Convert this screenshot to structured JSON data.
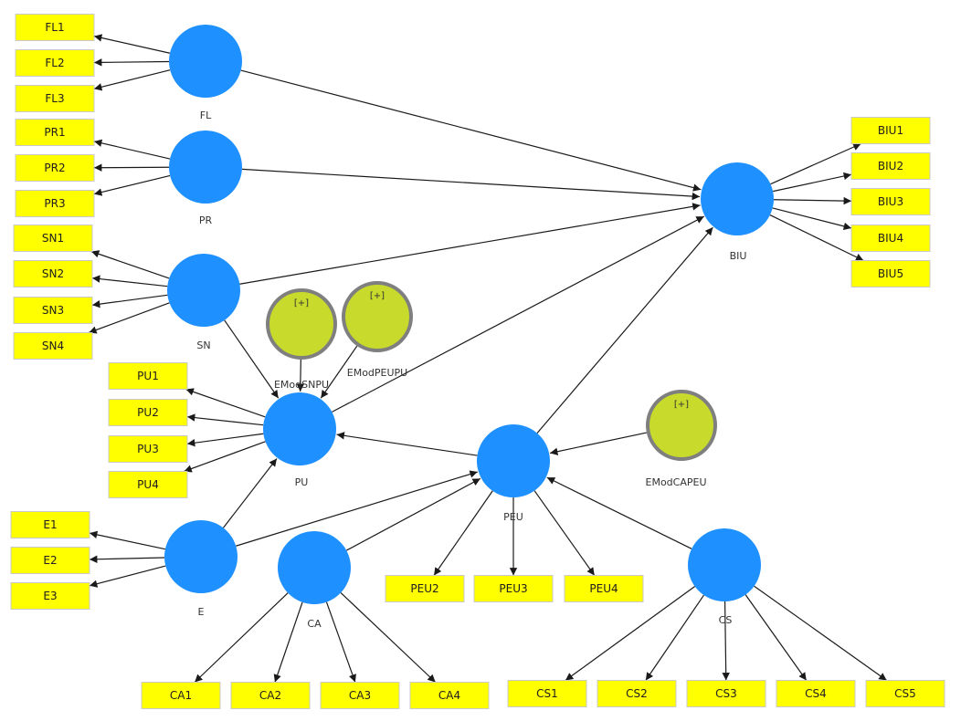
{
  "colors": {
    "latent": "#1E90FF",
    "moderator_fill": "#C8DA2B",
    "moderator_stroke": "#7F7F7F",
    "indicator_fill": "#FFFF00",
    "indicator_stroke": "#C9C9C9",
    "arrow": "#1A1A1A"
  },
  "latents": [
    {
      "id": "FL",
      "label": "FL"
    },
    {
      "id": "PR",
      "label": "PR"
    },
    {
      "id": "SN",
      "label": "SN"
    },
    {
      "id": "BIU",
      "label": "BIU"
    },
    {
      "id": "PU",
      "label": "PU"
    },
    {
      "id": "PEU",
      "label": "PEU"
    },
    {
      "id": "E",
      "label": "E"
    },
    {
      "id": "CA",
      "label": "CA"
    },
    {
      "id": "CS",
      "label": "CS"
    }
  ],
  "moderators": [
    {
      "id": "EModSNPU",
      "label": "EModSNPU",
      "badge": "[+]"
    },
    {
      "id": "EModPEUPU",
      "label": "EModPEUPU",
      "badge": "[+]"
    },
    {
      "id": "EModCAPEU",
      "label": "EModCAPEU",
      "badge": "[+]"
    }
  ],
  "indicators": [
    {
      "id": "FL1",
      "label": "FL1",
      "construct": "FL"
    },
    {
      "id": "FL2",
      "label": "FL2",
      "construct": "FL"
    },
    {
      "id": "FL3",
      "label": "FL3",
      "construct": "FL"
    },
    {
      "id": "PR1",
      "label": "PR1",
      "construct": "PR"
    },
    {
      "id": "PR2",
      "label": "PR2",
      "construct": "PR"
    },
    {
      "id": "PR3",
      "label": "PR3",
      "construct": "PR"
    },
    {
      "id": "SN1",
      "label": "SN1",
      "construct": "SN"
    },
    {
      "id": "SN2",
      "label": "SN2",
      "construct": "SN"
    },
    {
      "id": "SN3",
      "label": "SN3",
      "construct": "SN"
    },
    {
      "id": "SN4",
      "label": "SN4",
      "construct": "SN"
    },
    {
      "id": "PU1",
      "label": "PU1",
      "construct": "PU"
    },
    {
      "id": "PU2",
      "label": "PU2",
      "construct": "PU"
    },
    {
      "id": "PU3",
      "label": "PU3",
      "construct": "PU"
    },
    {
      "id": "PU4",
      "label": "PU4",
      "construct": "PU"
    },
    {
      "id": "E1",
      "label": "E1",
      "construct": "E"
    },
    {
      "id": "E2",
      "label": "E2",
      "construct": "E"
    },
    {
      "id": "E3",
      "label": "E3",
      "construct": "E"
    },
    {
      "id": "BIU1",
      "label": "BIU1",
      "construct": "BIU"
    },
    {
      "id": "BIU2",
      "label": "BIU2",
      "construct": "BIU"
    },
    {
      "id": "BIU3",
      "label": "BIU3",
      "construct": "BIU"
    },
    {
      "id": "BIU4",
      "label": "BIU4",
      "construct": "BIU"
    },
    {
      "id": "BIU5",
      "label": "BIU5",
      "construct": "BIU"
    },
    {
      "id": "PEU2",
      "label": "PEU2",
      "construct": "PEU"
    },
    {
      "id": "PEU3",
      "label": "PEU3",
      "construct": "PEU"
    },
    {
      "id": "PEU4",
      "label": "PEU4",
      "construct": "PEU"
    },
    {
      "id": "CA1",
      "label": "CA1",
      "construct": "CA"
    },
    {
      "id": "CA2",
      "label": "CA2",
      "construct": "CA"
    },
    {
      "id": "CA3",
      "label": "CA3",
      "construct": "CA"
    },
    {
      "id": "CA4",
      "label": "CA4",
      "construct": "CA"
    },
    {
      "id": "CS1",
      "label": "CS1",
      "construct": "CS"
    },
    {
      "id": "CS2",
      "label": "CS2",
      "construct": "CS"
    },
    {
      "id": "CS3",
      "label": "CS3",
      "construct": "CS"
    },
    {
      "id": "CS4",
      "label": "CS4",
      "construct": "CS"
    },
    {
      "id": "CS5",
      "label": "CS5",
      "construct": "CS"
    }
  ],
  "paths": [
    {
      "from": "FL",
      "to": "BIU"
    },
    {
      "from": "PR",
      "to": "BIU"
    },
    {
      "from": "SN",
      "to": "BIU"
    },
    {
      "from": "PU",
      "to": "BIU"
    },
    {
      "from": "PEU",
      "to": "BIU"
    },
    {
      "from": "SN",
      "to": "PU"
    },
    {
      "from": "EModSNPU",
      "to": "PU"
    },
    {
      "from": "EModPEUPU",
      "to": "PU"
    },
    {
      "from": "PEU",
      "to": "PU"
    },
    {
      "from": "E",
      "to": "PU"
    },
    {
      "from": "E",
      "to": "PEU"
    },
    {
      "from": "CA",
      "to": "PEU"
    },
    {
      "from": "CS",
      "to": "PEU"
    },
    {
      "from": "EModCAPEU",
      "to": "PEU"
    }
  ]
}
